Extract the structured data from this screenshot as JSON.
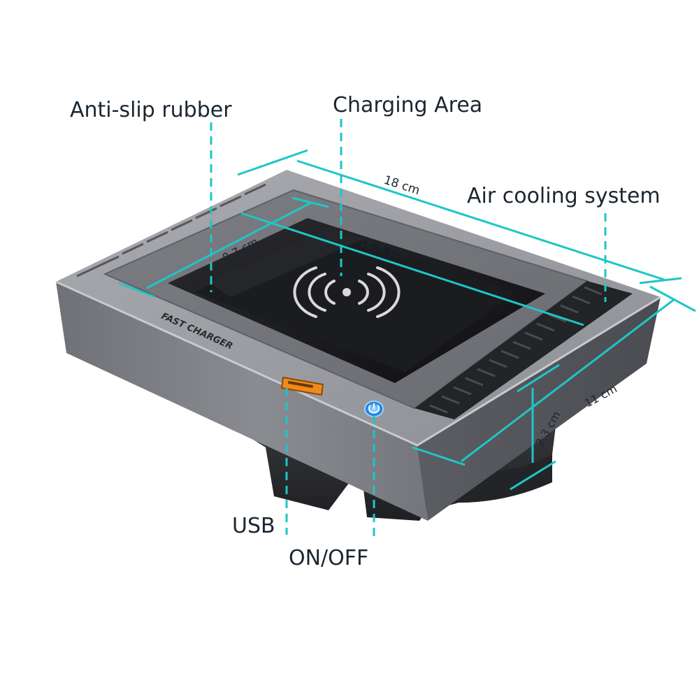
{
  "product": {
    "brand_text": "FAST CHARGER"
  },
  "callouts": {
    "anti_slip": "Anti-slip rubber",
    "charging_area": "Charging Area",
    "air_cooling": "Air cooling system",
    "usb": "USB",
    "on_off": "ON/OFF"
  },
  "dimensions": {
    "length_outer": "18 cm",
    "length_inner": "16.6 cm",
    "width_inner": "8.7 cm",
    "width_outer": "11 cm",
    "height": "2.3 cm"
  },
  "icons": {
    "charging": "wireless-charging-icon",
    "power": "power-icon"
  },
  "colors": {
    "accent": "#1fc6c6",
    "body": "#7d7f84",
    "pad": "#141416",
    "usb_port": "#f08a1c",
    "power_led": "#3aa6ff",
    "text": "#1c2630"
  }
}
